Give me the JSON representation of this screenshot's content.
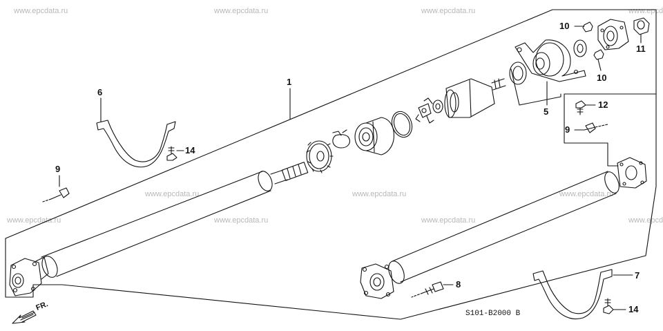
{
  "watermark": "www.epcdata.ru",
  "diagram_code": "S101-B2000 B",
  "front_label": "FR.",
  "callouts": {
    "c1": "1",
    "c5": "5",
    "c6": "6",
    "c7": "7",
    "c8": "8",
    "c9a": "9",
    "c9b": "9",
    "c10a": "10",
    "c10b": "10",
    "c11": "11",
    "c12": "12",
    "c14a": "14",
    "c14b": "14"
  },
  "colors": {
    "line": "#111111",
    "watermark": "#b8b8b8",
    "background": "#ffffff"
  }
}
